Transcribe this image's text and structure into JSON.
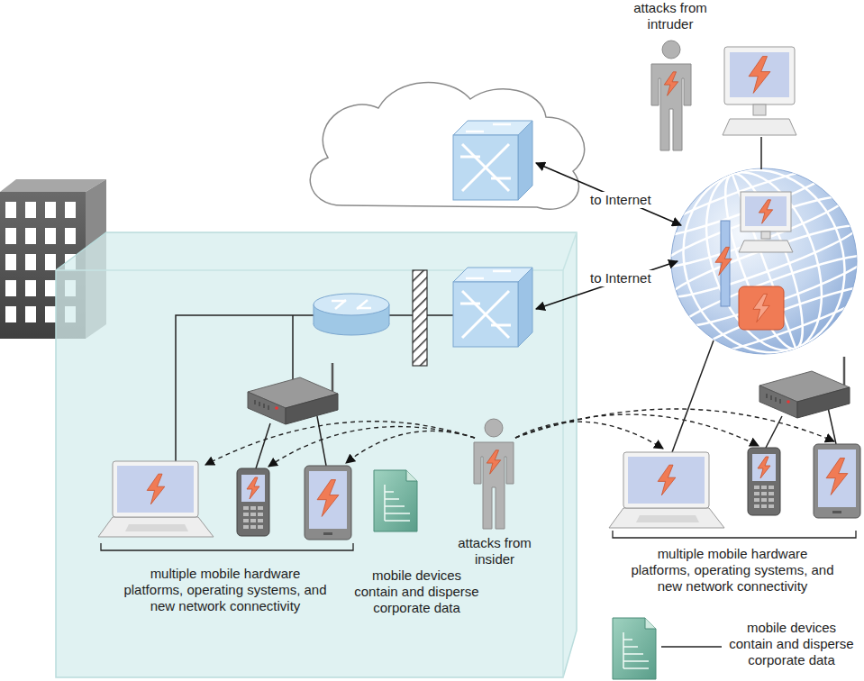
{
  "diagram": {
    "labels": [
      "attacks from intruder",
      "to Internet",
      "to Internet",
      "attacks from insider",
      "multiple mobile hardware platforms, operating systems, and new network connectivity",
      "mobile devices contain and disperse corporate data",
      "multiple mobile hardware platforms, operating systems, and new network connectivity",
      "mobile devices contain and disperse corporate data"
    ]
  }
}
